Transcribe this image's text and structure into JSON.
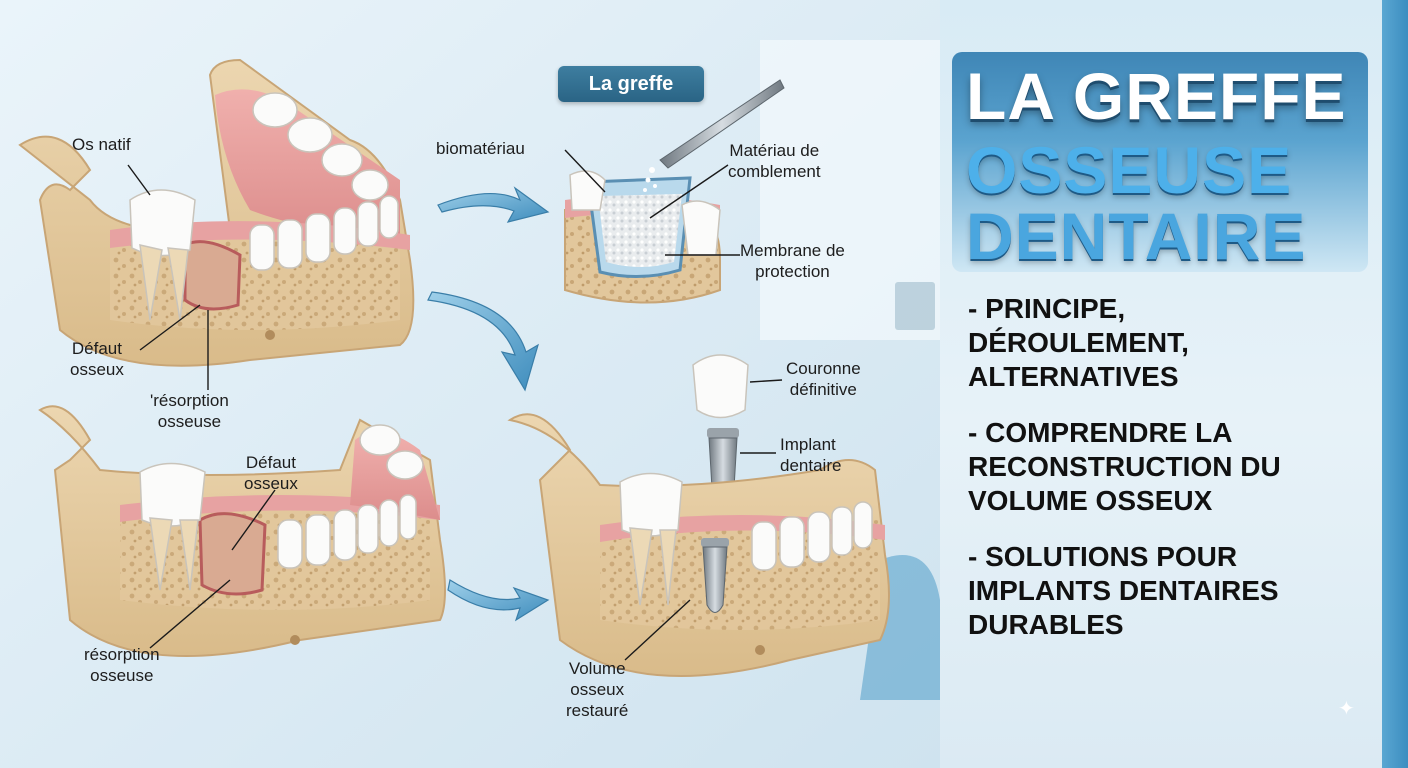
{
  "tag": {
    "graft": "La greffe"
  },
  "labels": {
    "os_natif": "Os natif",
    "defaut_osseux_1": "Défaut\nosseux",
    "resorption_1": "'résorption\nosseuse",
    "biomateriau": "biomatériau",
    "materiau": "Matériau de\ncomblement",
    "membrane": "Membrane de\nprotection",
    "couronne": "Couronne\ndéfinitive",
    "implant": "Implant\ndentaire",
    "defaut_osseux_2": "Défaut\nosseux",
    "resorption_2": "résorption\nosseuse",
    "volume": "Volume\nosseux\nrestauré"
  },
  "title": {
    "line1": "LA GREFFE",
    "line2": "OSSEUSE",
    "line3": "DENTAIRE"
  },
  "bullets": [
    "- PRINCIPE,\n   DÉROULEMENT,\n   ALTERNATIVES",
    "- COMPRENDRE LA\n  RECONSTRUCTION DU\n  VOLUME OSSEUX",
    "- SOLUTIONS POUR\n  IMPLANTS DENTAIRES\n  DURABLES"
  ],
  "colors": {
    "accent": "#4db0ea",
    "tag_bg": "#2f6d90",
    "bone": "#e3c9a0",
    "gum": "#e89a9c",
    "arrow": "#5aa8cf"
  }
}
